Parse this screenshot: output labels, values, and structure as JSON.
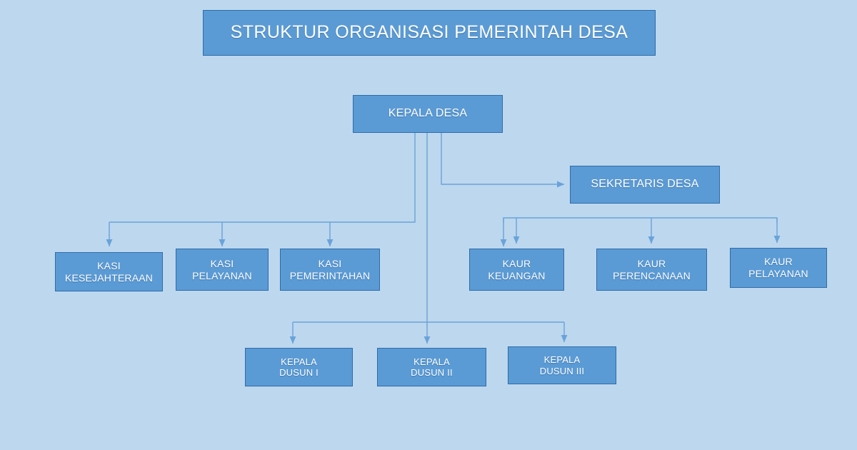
{
  "diagram": {
    "type": "organizational-chart",
    "language": "id",
    "background_color": "#bdd7ee",
    "node_fill_color": "#5b9bd5",
    "node_border_color": "#2f6ca8",
    "node_text_color": "#ffffff",
    "connector_color": "#5b9bd5",
    "title": "STRUKTUR ORGANISASI PEMERINTAH DESA",
    "nodes": {
      "title_banner": "STRUKTUR ORGANISASI PEMERINTAH DESA",
      "kepala_desa": "KEPALA DESA",
      "sekretaris_desa": "SEKRETARIS DESA",
      "kasi_kesejahteraan": "KASI\nKESEJAHTERAAN",
      "kasi_pelayanan": "KASI\nPELAYANAN",
      "kasi_pemerintahan": "KASI\nPEMERINTAHAN",
      "kaur_keuangan": "KAUR\nKEUANGAN",
      "kaur_perencanaan": "KAUR\nPERENCANAAN",
      "kaur_pelayanan": "KAUR\nPELAYANAN",
      "kepala_dusun_1": "KEPALA\nDUSUN I",
      "kepala_dusun_2": "KEPALA\nDUSUN II",
      "kepala_dusun_3": "KEPALA\nDUSUN III"
    }
  }
}
